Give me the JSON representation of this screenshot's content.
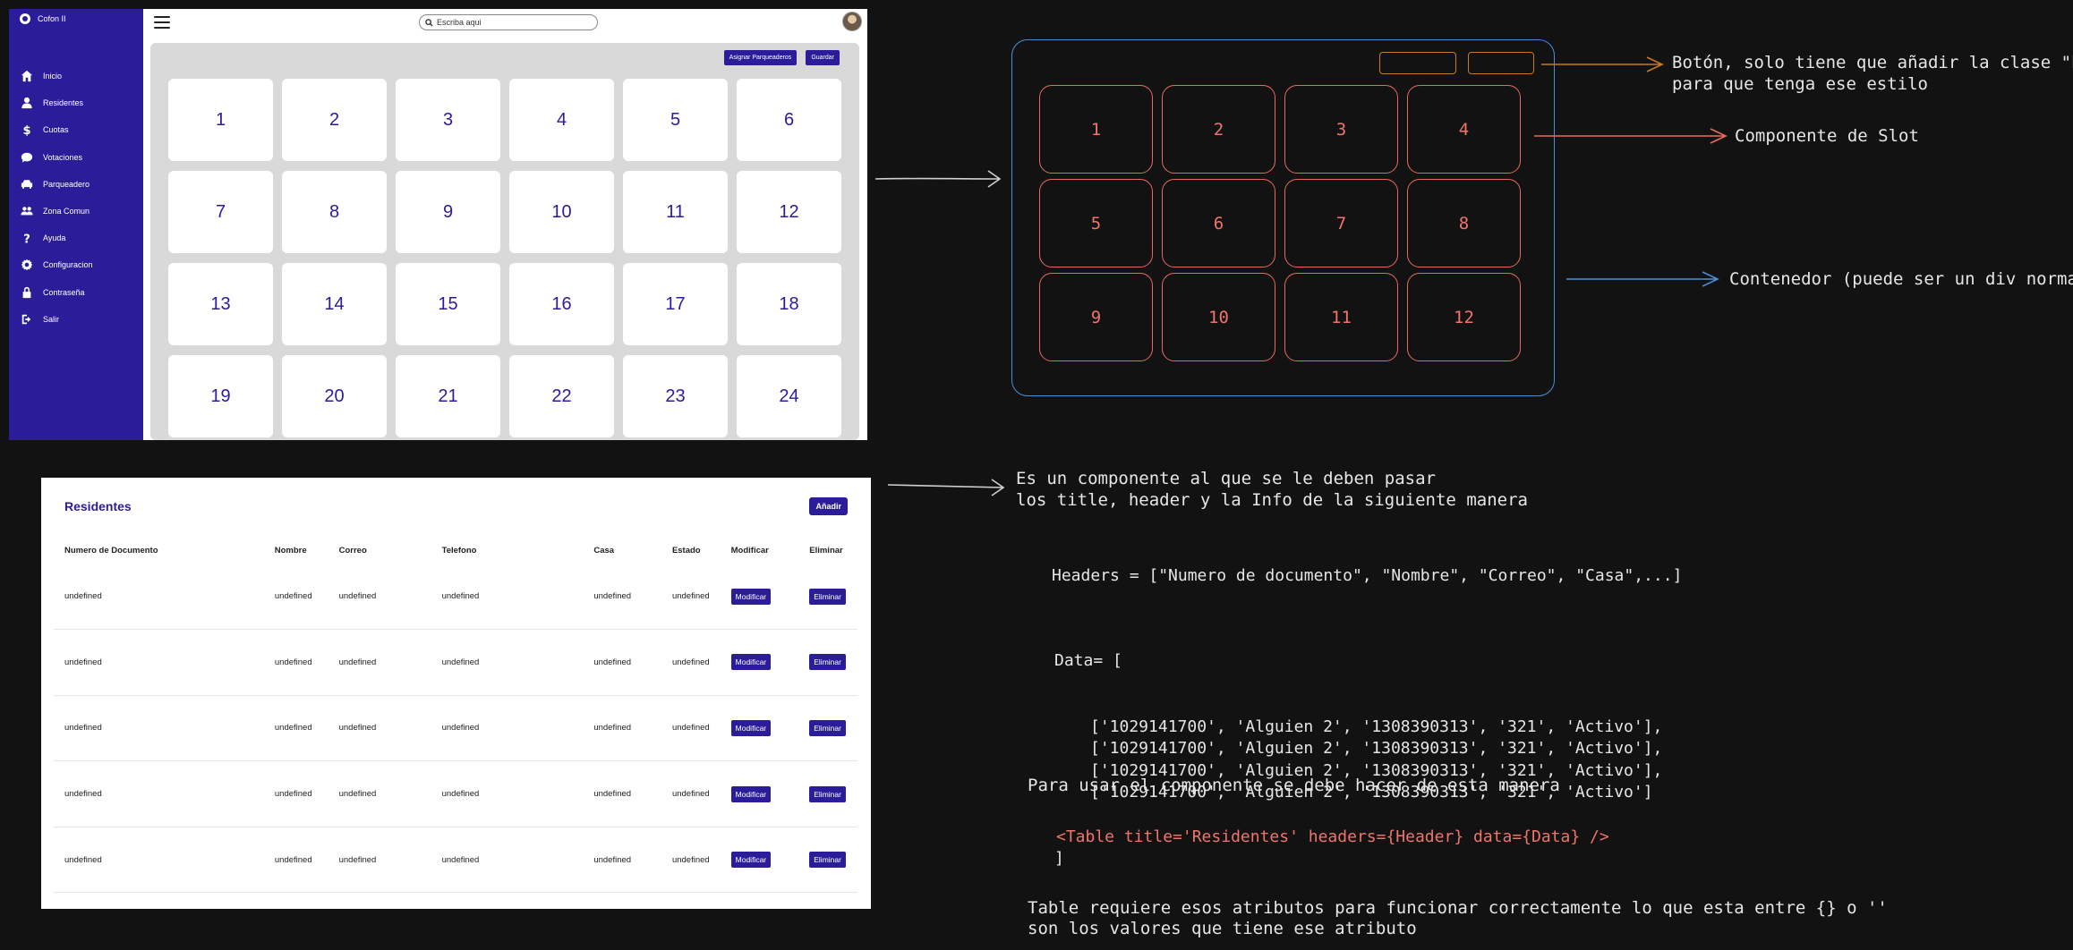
{
  "app1": {
    "brand": "Cofon II",
    "search_placeholder": "Escriba aqui",
    "buttons": {
      "assign": "Asignar Parqueaderos",
      "save": "Guardar"
    },
    "nav": [
      {
        "label": "Inicio",
        "icon": "home-icon"
      },
      {
        "label": "Residentes",
        "icon": "user-icon"
      },
      {
        "label": "Cuotas",
        "icon": "dollar-icon"
      },
      {
        "label": "Votaciones",
        "icon": "chat-icon"
      },
      {
        "label": "Parqueadero",
        "icon": "car-icon"
      },
      {
        "label": "Zona Comun",
        "icon": "users-icon"
      },
      {
        "label": "Ayuda",
        "icon": "question-icon"
      },
      {
        "label": "Configuracion",
        "icon": "gear-icon"
      },
      {
        "label": "Contraseña",
        "icon": "lock-icon"
      },
      {
        "label": "Salir",
        "icon": "logout-icon"
      }
    ],
    "slots": [
      "1",
      "2",
      "3",
      "4",
      "5",
      "6",
      "7",
      "8",
      "9",
      "10",
      "11",
      "12",
      "13",
      "14",
      "15",
      "16",
      "17",
      "18",
      "19",
      "20",
      "21",
      "22",
      "23",
      "24"
    ]
  },
  "sketch1": {
    "slots": [
      "1",
      "2",
      "3",
      "4",
      "5",
      "6",
      "7",
      "8",
      "9",
      "10",
      "11",
      "12"
    ],
    "notes": {
      "button_line1": "Botón, solo tiene que añadir la clase \"btn\"",
      "button_line2": "para que tenga ese estilo",
      "slot": "Componente de Slot",
      "container": "Contenedor (puede ser un div normal)"
    }
  },
  "app2": {
    "title": "Residentes",
    "add_button": "Añadir",
    "headers": [
      "Numero de Documento",
      "Nombre",
      "Correo",
      "Telefono",
      "Casa",
      "Estado",
      "Modificar",
      "Eliminar"
    ],
    "rows": [
      [
        "undefined",
        "undefined",
        "undefined",
        "undefined",
        "undefined",
        "undefined"
      ],
      [
        "undefined",
        "undefined",
        "undefined",
        "undefined",
        "undefined",
        "undefined"
      ],
      [
        "undefined",
        "undefined",
        "undefined",
        "undefined",
        "undefined",
        "undefined"
      ],
      [
        "undefined",
        "undefined",
        "undefined",
        "undefined",
        "undefined",
        "undefined"
      ],
      [
        "undefined",
        "undefined",
        "undefined",
        "undefined",
        "undefined",
        "undefined"
      ]
    ],
    "modify_label": "Modificar",
    "delete_label": "Eliminar"
  },
  "notes2": {
    "intro_line1": "Es un componente al que se le deben pasar",
    "intro_line2": "los title, header y la Info de la siguiente manera",
    "headers_line": "Headers = [\"Numero de documento\", \"Nombre\", \"Correo\", \"Casa\",...]",
    "data_open": "Data= [",
    "data_rows": [
      "['1029141700', 'Alguien 2', '1308390313', '321', 'Activo'],",
      "['1029141700', 'Alguien 2', '1308390313', '321', 'Activo'],",
      "['1029141700', 'Alguien 2', '1308390313', '321', 'Activo'],",
      "['1029141700', 'Alguien 2', '1308390313', '321', 'Activo']"
    ],
    "data_close": "]",
    "usage": "Para usar el componente se debe hacer de esta manera",
    "code": "<Table title='Residentes' headers={Header} data={Data} />",
    "footer_line1": "Table requiere esos atributos para funcionar correctamente lo que esta entre {} o ''",
    "footer_line2": "son los valores que tiene ese atributo"
  },
  "colors": {
    "brand": "#2b1c99",
    "sketch_container": "#4a8fd6",
    "sketch_slot": "#e86a5c",
    "sketch_button": "#c87a26"
  }
}
